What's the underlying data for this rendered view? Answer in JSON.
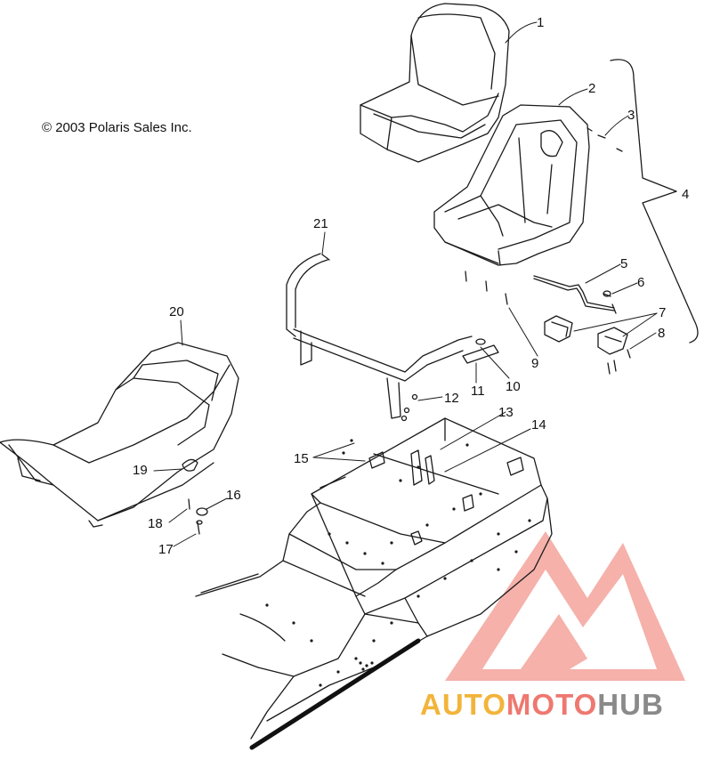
{
  "copyright": "© 2003 Polaris Sales Inc.",
  "callouts": [
    "1",
    "2",
    "3",
    "4",
    "5",
    "6",
    "7",
    "8",
    "9",
    "10",
    "11",
    "12",
    "13",
    "14",
    "15",
    "16",
    "17",
    "18",
    "19",
    "20",
    "21"
  ],
  "watermark": {
    "part1": "AUTO",
    "part2": "MOTO",
    "part3": "HUB",
    "colors": {
      "auto": "#f2b43a",
      "moto": "#ee7870",
      "hub": "#8a8a8a",
      "logo": "#f08a80"
    }
  }
}
